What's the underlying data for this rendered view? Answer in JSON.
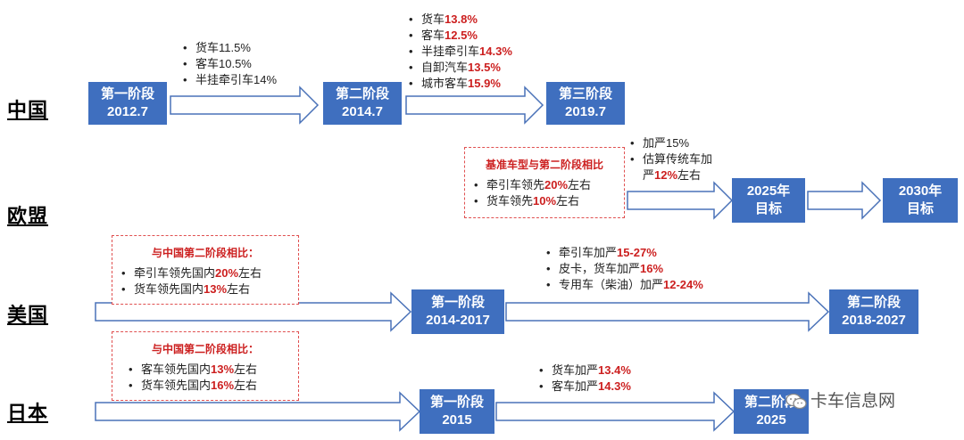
{
  "countries": {
    "china": "中国",
    "eu": "欧盟",
    "us": "美国",
    "japan": "日本"
  },
  "china": {
    "stage1": {
      "name": "第一阶段",
      "year": "2012.7"
    },
    "stage2": {
      "name": "第二阶段",
      "year": "2014.7"
    },
    "stage3": {
      "name": "第三阶段",
      "year": "2019.7"
    },
    "bullets1": [
      {
        "t": "货车11.5%"
      },
      {
        "t": "客车10.5%"
      },
      {
        "t": "半挂牵引车14%"
      }
    ],
    "bullets2": [
      {
        "a": "货车",
        "b": "13.8%"
      },
      {
        "a": "客车",
        "b": "12.5%"
      },
      {
        "a": "半挂牵引车",
        "b": "14.3%"
      },
      {
        "a": "自卸汽车",
        "b": "13.5%"
      },
      {
        "a": "城市客车",
        "b": "15.9%"
      }
    ]
  },
  "eu": {
    "box_title": "基准车型与第二阶段相比",
    "box_items": [
      {
        "a": "牵引车领先",
        "b": "20%",
        "c": "左右"
      },
      {
        "a": "货车领先",
        "b": "10%",
        "c": "左右"
      }
    ],
    "bullet1": "加严15%",
    "bullet2_line1": "估算传统车加",
    "bullet2_a": "严",
    "bullet2_b": "12%",
    "bullet2_c": "左右",
    "stage1": {
      "name": "2025年",
      "year": "目标"
    },
    "stage2": {
      "name": "2030年",
      "year": "目标"
    }
  },
  "us": {
    "box_title": "与中国第二阶段相比：",
    "box_items": [
      {
        "a": "牵引车领先国内",
        "b": "20%",
        "c": "左右"
      },
      {
        "a": "货车领先国内",
        "b": "13%",
        "c": "左右"
      }
    ],
    "bullets": [
      {
        "a": "牵引车加严",
        "b": "15-27%",
        "c": ""
      },
      {
        "a": "皮卡，货车加严",
        "b": "16%",
        "c": ""
      },
      {
        "a": "专用车（柴油）加严",
        "b": "12-24%",
        "c": ""
      }
    ],
    "stage1": {
      "name": "第一阶段",
      "year": "2014-2017"
    },
    "stage2": {
      "name": "第二阶段",
      "year": "2018-2027"
    }
  },
  "japan": {
    "box_title": "与中国第二阶段相比：",
    "box_items": [
      {
        "a": "客车领先国内",
        "b": "13%",
        "c": "左右"
      },
      {
        "a": "货车领先国内",
        "b": "16%",
        "c": "左右"
      }
    ],
    "bullets": [
      {
        "a": "货车加严",
        "b": "13.4%"
      },
      {
        "a": "客车加严",
        "b": "14.3%"
      }
    ],
    "stage1": {
      "name": "第一阶段",
      "year": "2015"
    },
    "stage2": {
      "name": "第二阶段",
      "year": "2025"
    }
  },
  "watermark": "卡车信息网",
  "colors": {
    "stage": "#3f6fbf",
    "arrow_border": "#4a72b8",
    "highlight": "#cc1f1f",
    "dash": "#e05050"
  }
}
